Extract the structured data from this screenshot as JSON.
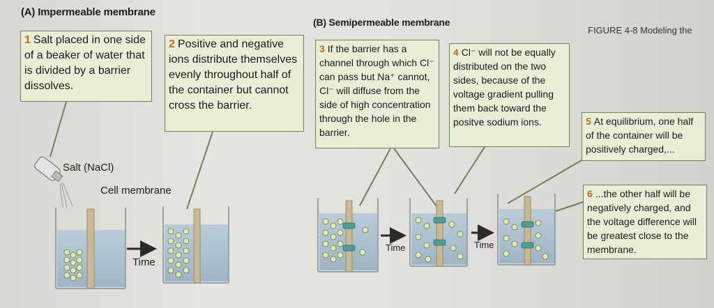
{
  "headings": {
    "a": "(A) Impermeable membrane",
    "b": "(B) Semipermeable membrane",
    "figure": "FIGURE 4-8 Modeling the"
  },
  "steps": [
    {
      "num": "1",
      "text": "Salt placed in one side of a beaker of water that is divided by a barrier dissolves."
    },
    {
      "num": "2",
      "text": "Positive and negative ions distribute themselves evenly throughout half of the container but cannot cross the barrier."
    },
    {
      "num": "3",
      "text": "If the barrier has a channel through which Cl⁻ can pass but Na⁺ cannot, Cl⁻ will diffuse from the side of high concentration through the hole in the barrier."
    },
    {
      "num": "4",
      "text": "Cl⁻ will not be equally distributed on the two sides, because of the voltage gradient pulling them back toward the positve sodium ions."
    },
    {
      "num": "5",
      "text": "At equilibrium, one half of the container will be positively charged,..."
    },
    {
      "num": "6",
      "text": "...the other half will be negatively charged, and the voltage difference will be greatest close to the membrane."
    }
  ],
  "labels": {
    "salt": "Salt (NaCl)",
    "cell_membrane": "Cell membrane",
    "time": "Time"
  },
  "colors": {
    "box_fill": "#e9efd6",
    "box_border": "#6f7f58",
    "number_accent": "#c8681e",
    "water": "#a9bfcf",
    "ion_fill": "#dfe9b8",
    "channel": "#4f9e96"
  }
}
